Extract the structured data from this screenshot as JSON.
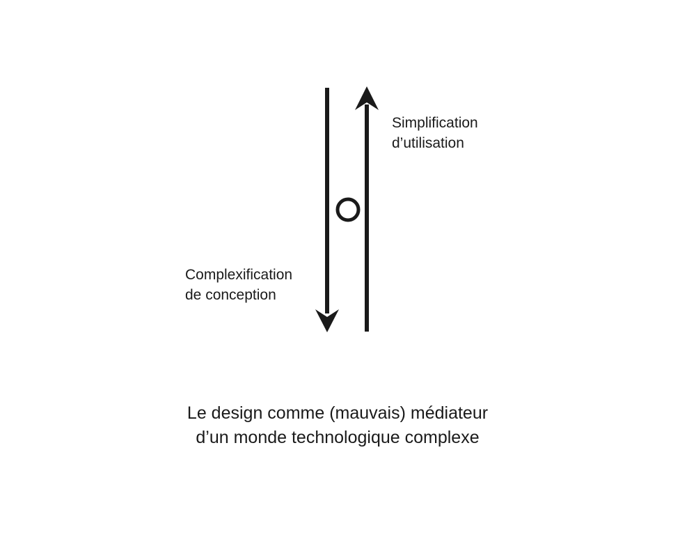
{
  "diagram": {
    "up_arrow": {
      "label_line1": "Simplification",
      "label_line2": "d’utilisation"
    },
    "down_arrow": {
      "label_line1": "Complexification",
      "label_line2": "de conception"
    },
    "marker": "circle-icon",
    "stroke_color": "#1a1a1a"
  },
  "caption": {
    "line1": "Le design comme (mauvais) médiateur",
    "line2": "d’un monde technologique complexe"
  }
}
